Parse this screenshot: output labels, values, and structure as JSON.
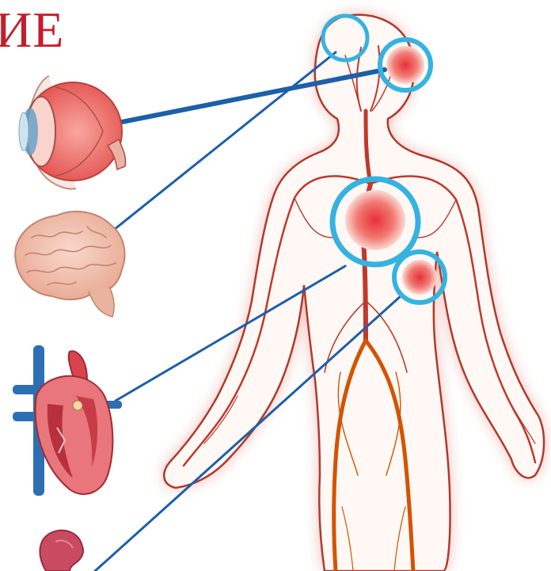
{
  "title": {
    "text": "ИЕ"
  },
  "colors": {
    "title": "#c41e2a",
    "connector_line": "#1d5fa8",
    "highlight_ring": "#35b3e0",
    "artery": "#c0392b",
    "artery_lower": "#d35400",
    "body_glow": "#e07a6a",
    "body_outline": "#b03a2e",
    "organ_pink": "#f4b6b0",
    "organ_red": "#d9434d",
    "vein_blue": "#2d6fb3",
    "eye_white": "#f6e8e2",
    "brain_tan": "#f2c6b4",
    "kidney": "#c94b62"
  },
  "organs": [
    {
      "icon": "eye-icon"
    },
    {
      "icon": "brain-icon"
    },
    {
      "icon": "heart-icon"
    },
    {
      "icon": "kidney-icon"
    }
  ],
  "target_regions": [
    {
      "icon": "head-vessels-ring"
    },
    {
      "icon": "eye-region-ring"
    },
    {
      "icon": "heart-region-ring"
    },
    {
      "icon": "kidney-region-ring"
    }
  ]
}
